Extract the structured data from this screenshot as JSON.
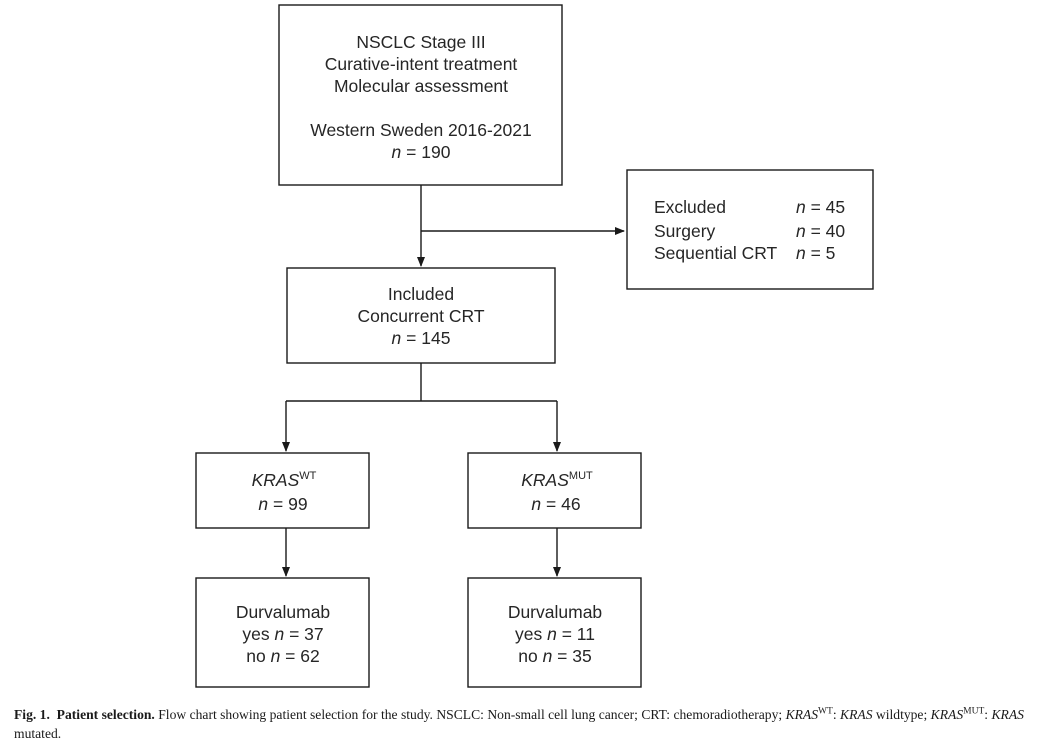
{
  "nodes": {
    "top": {
      "lines": [
        "NSCLC Stage III",
        "Curative-intent treatment",
        "Molecular assessment",
        "Western Sweden 2016-2021"
      ],
      "n_label": "n",
      "n_value": " = 190"
    },
    "excluded": {
      "rows": [
        {
          "label": "Excluded",
          "n_label": "n",
          "n_value": " = 45"
        },
        {
          "label": "Surgery",
          "n_label": "n",
          "n_value": " = 40"
        },
        {
          "label": "Sequential CRT",
          "n_label": "n",
          "n_value": " = 5"
        }
      ]
    },
    "included": {
      "lines": [
        "Included",
        "Concurrent CRT"
      ],
      "n_label": "n",
      "n_value": " = 145"
    },
    "kras_wt": {
      "gene": "KRAS",
      "sup": "WT",
      "n_label": "n",
      "n_value": " = 99"
    },
    "kras_mut": {
      "gene": "KRAS",
      "sup": "MUT",
      "n_label": "n",
      "n_value": " = 46"
    },
    "durva_wt": {
      "title": "Durvalumab",
      "yes_label": "yes ",
      "yes_n": "n",
      "yes_value": " = 37",
      "no_label": "no ",
      "no_n": "n",
      "no_value": " = 62"
    },
    "durva_mut": {
      "title": "Durvalumab",
      "yes_label": "yes  ",
      "yes_n": "n",
      "yes_value": " = 11",
      "no_label": "no ",
      "no_n": "n",
      "no_value": " = 35"
    }
  },
  "caption": {
    "fig_label": "Fig. 1.",
    "title": "Patient selection.",
    "text1": " Flow chart showing patient selection for the study. NSCLC: Non-small cell lung cancer; CRT: chemoradiotherapy; ",
    "gene1": "KRAS",
    "sup1": "WT",
    "text2": ": ",
    "gene2": "KRAS",
    "text3": " wildtype; ",
    "gene3": "KRAS",
    "sup3": "MUT",
    "text4": ": ",
    "gene4": "KRAS",
    "text5": " mutated."
  }
}
